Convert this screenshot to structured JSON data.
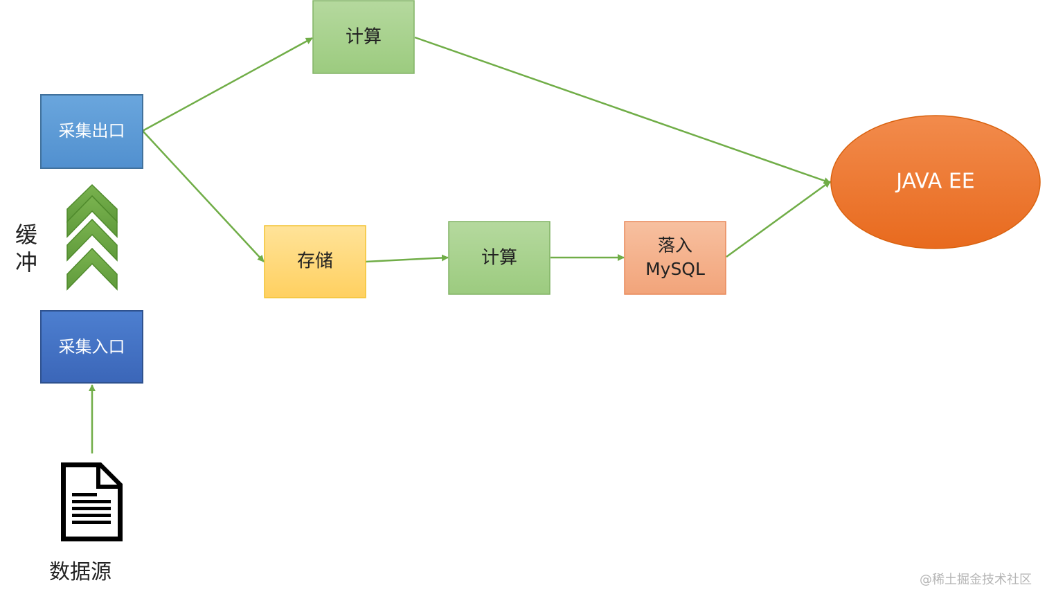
{
  "nodes": {
    "collect_out": "采集出口",
    "collect_in": "采集入口",
    "compute_top": "计算",
    "storage": "存储",
    "compute_mid": "计算",
    "mysql_line1": "落入",
    "mysql_line2": "MySQL",
    "java_ee": "JAVA EE"
  },
  "buffer": {
    "char1": "缓",
    "char2": "冲"
  },
  "data_source": "数据源",
  "watermark": "@稀土掘金技术社区",
  "colors": {
    "arrow": "#70ad47",
    "collect_out": "#5b9bd5",
    "collect_in": "#4472c4",
    "compute": "#a9d18e",
    "storage": "#ffd966",
    "mysql": "#f4b183",
    "java_ee": "#ed7d31",
    "chevron": "#70ad47"
  }
}
